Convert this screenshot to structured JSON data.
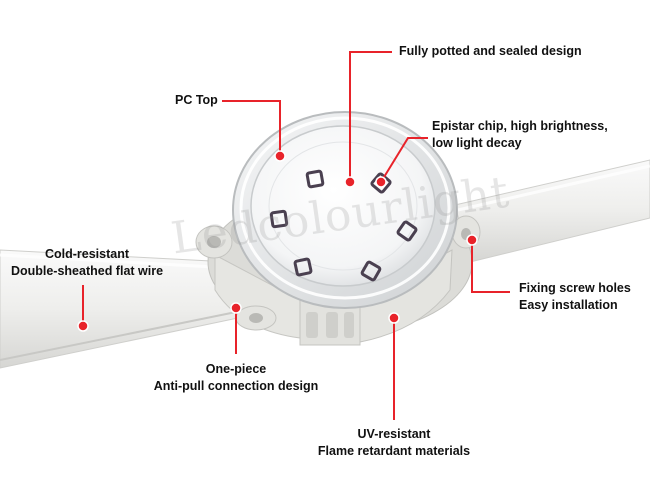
{
  "colors": {
    "accent": "#e8232a",
    "text": "#111111",
    "wire": "#ececec",
    "housing": "#e9e9e6"
  },
  "watermark": "Ledcolourlight",
  "callouts": {
    "fully_potted": "Fully potted and sealed design",
    "pc_top": "PC Top",
    "epistar_line1": "Epistar chip, high brightness,",
    "epistar_line2": "low light decay",
    "cold_line1": "Cold-resistant",
    "cold_line2": "Double-sheathed flat wire",
    "fixing_line1": "Fixing screw holes",
    "fixing_line2": "Easy installation",
    "onepiece_line1": "One-piece",
    "onepiece_line2": "Anti-pull connection design",
    "uv_line1": "UV-resistant",
    "uv_line2": "Flame retardant materials"
  }
}
